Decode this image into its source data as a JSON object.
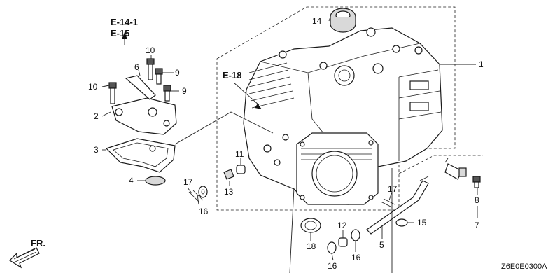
{
  "references": {
    "ref_a": "E-14-1",
    "ref_b": "E-15",
    "ref_c": "E-18"
  },
  "direction": {
    "label": "FR."
  },
  "drawing_code": "Z6E0E0300A",
  "callouts": {
    "p1": "1",
    "p2": "2",
    "p3": "3",
    "p4": "4",
    "p5": "5",
    "p6": "6",
    "p7": "7",
    "p8": "8",
    "p9a": "9",
    "p9b": "9",
    "p10a": "10",
    "p10b": "10",
    "p11": "11",
    "p12": "12",
    "p13": "13",
    "p14": "14",
    "p15": "15",
    "p16a": "16",
    "p16b": "16",
    "p16c": "16",
    "p17a": "17",
    "p17b": "17",
    "p18": "18"
  }
}
